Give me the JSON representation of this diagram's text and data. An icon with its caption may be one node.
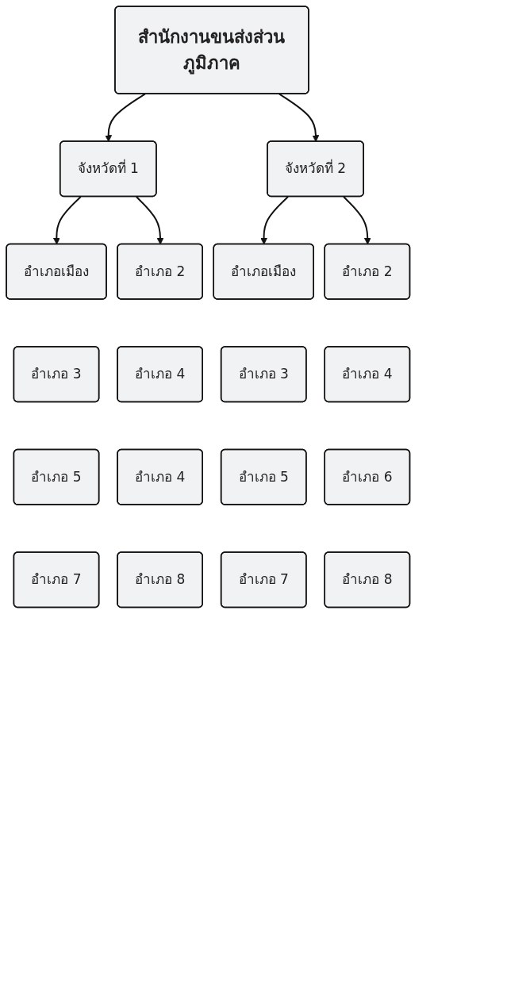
{
  "diagram": {
    "nodes": [
      {
        "text": [
          "สำนักงานขนส่งส่วนภูมิภาค"
        ]
      },
      {
        "text": [
          "จังหวัดที่ 1"
        ]
      },
      {
        "text": [
          "จังหวัดที่ 2"
        ]
      },
      {
        "text": [
          "อำเภอเมือง"
        ]
      },
      {
        "text": [
          "อำเภอ 2"
        ]
      },
      {
        "text": [
          "อำเภอเมือง"
        ]
      },
      {
        "text": [
          "อำเภอ 2"
        ]
      },
      {
        "text": [
          "อำเภอ 3"
        ]
      },
      {
        "text": [
          "อำเภอ 4"
        ]
      },
      {
        "text": [
          "อำเภอ 3"
        ]
      },
      {
        "text": [
          "อำเภอ 4"
        ]
      },
      {
        "text": [
          "อำเภอ 5"
        ]
      },
      {
        "text": [
          "อำเภอ 4"
        ]
      },
      {
        "text": [
          "อำเภอ 5"
        ]
      },
      {
        "text": [
          "อำเภอ 6"
        ]
      },
      {
        "text": [
          "อำเภอ 7"
        ]
      },
      {
        "text": [
          "อำเภอ 8"
        ]
      },
      {
        "text": [
          "อำเภอ 7"
        ]
      },
      {
        "text": [
          "อำเภอ 8"
        ]
      }
    ],
    "edges": [
      {
        "from": 0,
        "to": 1,
        "arrow": "to"
      },
      {
        "from": 0,
        "to": 2,
        "arrow": "to"
      },
      {
        "from": 1,
        "to": 3,
        "arrow": "to"
      },
      {
        "from": 1,
        "to": 4,
        "arrow": "to"
      },
      {
        "from": 2,
        "to": 5,
        "arrow": "to"
      },
      {
        "from": 2,
        "to": 6,
        "arrow": "to"
      }
    ]
  }
}
